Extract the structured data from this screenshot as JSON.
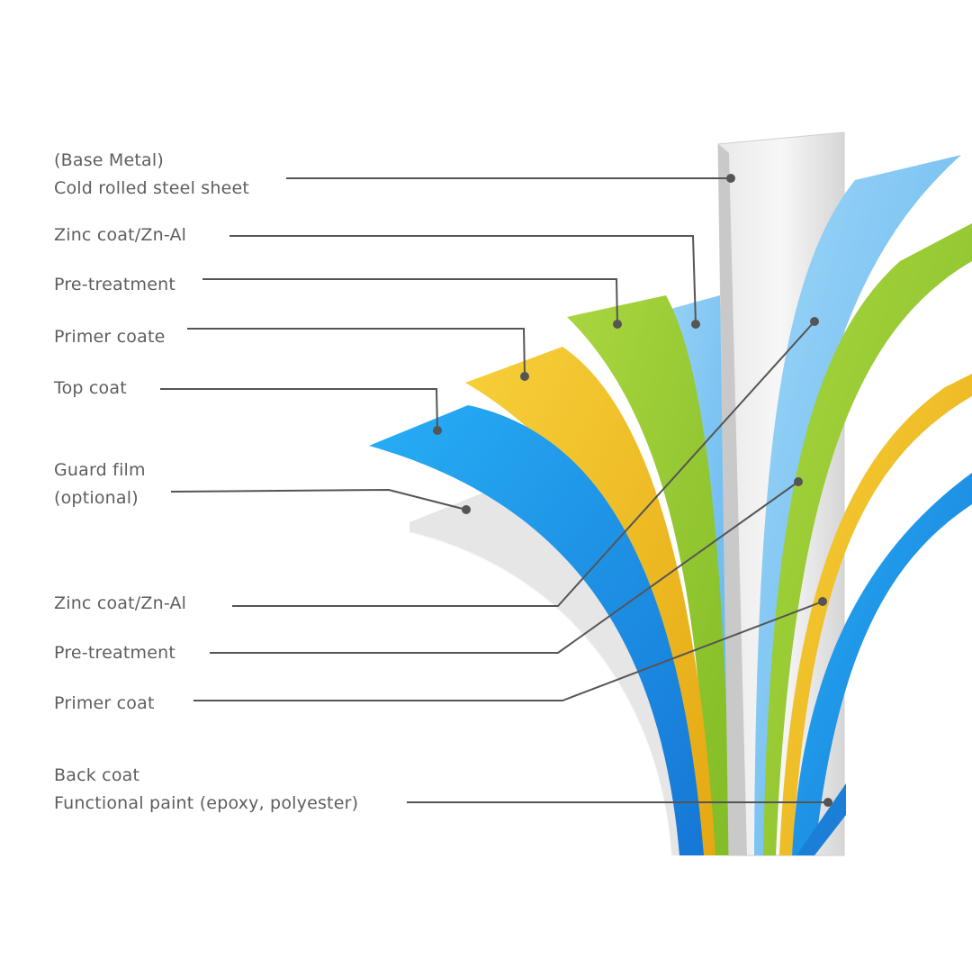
{
  "labels": {
    "base_metal_1": "(Base Metal)",
    "base_metal_2": "Cold rolled steel sheet",
    "zinc_top": "Zinc coat/Zn-Al",
    "pretreat_top": "Pre-treatment",
    "primer_top": "Primer coate",
    "top_coat": "Top coat",
    "guard_1": "Guard film",
    "guard_2": "(optional)",
    "zinc_bottom": "Zinc coat/Zn-Al",
    "pretreat_bottom": "Pre-treatment",
    "primer_bottom": "Primer coat",
    "back_1": "Back coat",
    "back_2": "Functional paint (epoxy, polyester)"
  },
  "colors": {
    "steel": "#dcdcdc",
    "blue": "#1e9be8",
    "light_blue": "#7cc6f4",
    "green": "#9ccd35",
    "yellow": "#f2c21f",
    "guard": "#e8e8e8",
    "leader": "#555555",
    "text": "#5e5e5e"
  }
}
